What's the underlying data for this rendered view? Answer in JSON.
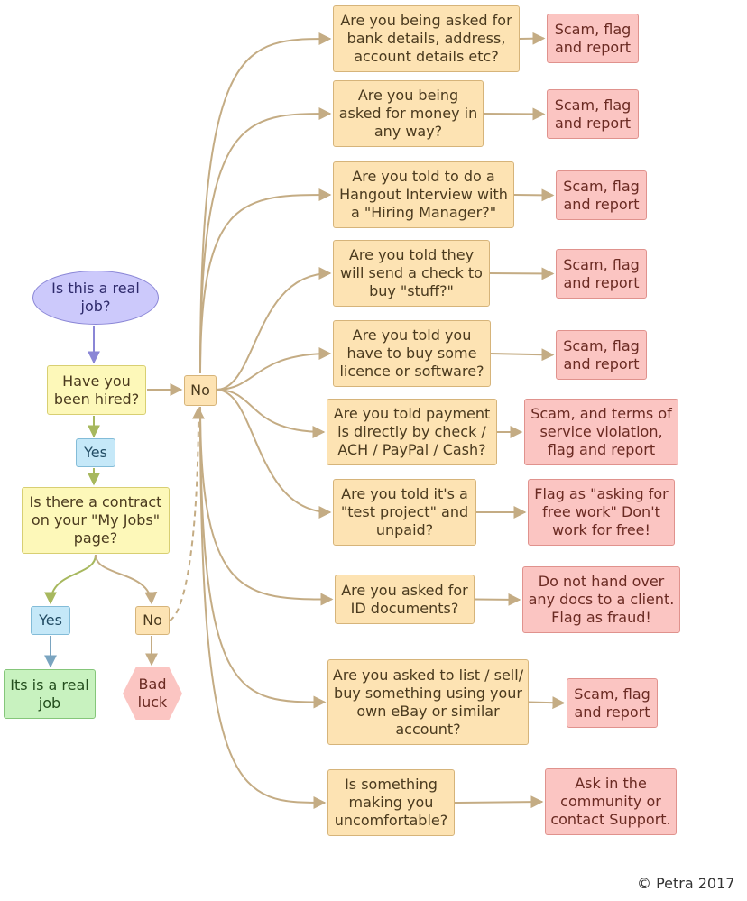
{
  "colors": {
    "line": "#c4ac84",
    "line_purple": "#8a86d6",
    "line_green": "#a7b85e",
    "line_blue": "#7aa4c0",
    "question": "#fde3b3",
    "result": "#fbc5c2",
    "start": "#ccc9fb",
    "decision": "#fdf8b9",
    "yes": "#c5e8f8",
    "real_job": "#c8f2bf"
  },
  "start": {
    "text": "Is this a real job?"
  },
  "hired": {
    "text": "Have you been hired?"
  },
  "yes_hired": {
    "text": "Yes"
  },
  "contract": {
    "text": "Is there a contract on your \"My Jobs\" page?"
  },
  "yes_contract": {
    "text": "Yes"
  },
  "no_contract": {
    "text": "No"
  },
  "real_job": {
    "text": "Its is a real job"
  },
  "bad_luck": {
    "text": "Bad luck"
  },
  "no_hub": {
    "text": "No"
  },
  "questions": [
    {
      "q": "Are you being asked for bank details, address, account details etc?",
      "r": "Scam, flag and report"
    },
    {
      "q": "Are you being asked for money in any way?",
      "r": "Scam, flag and report"
    },
    {
      "q": "Are you told to do a Hangout Interview with a \"Hiring Manager?\"",
      "r": "Scam, flag and report"
    },
    {
      "q": "Are you told they will send a check to buy \"stuff?\"",
      "r": "Scam, flag and report"
    },
    {
      "q": "Are you told you have to buy some licence or software?",
      "r": "Scam, flag and report"
    },
    {
      "q": "Are you told payment is directly by check / ACH / PayPal / Cash?",
      "r": "Scam, and terms of service violation, flag and report"
    },
    {
      "q": "Are you told it's a \"test project\" and unpaid?",
      "r": "Flag as \"asking for free work\" Don't work for free!"
    },
    {
      "q": "Are you asked for ID documents?",
      "r": "Do not hand over any docs to a client. Flag as fraud!"
    },
    {
      "q": "Are you asked to list / sell/ buy something using your own eBay or similar account?",
      "r": "Scam, flag and report"
    },
    {
      "q": "Is something making you uncomfortable?",
      "r": "Ask in the community or contact Support."
    }
  ],
  "copyright": "© Petra 2017"
}
